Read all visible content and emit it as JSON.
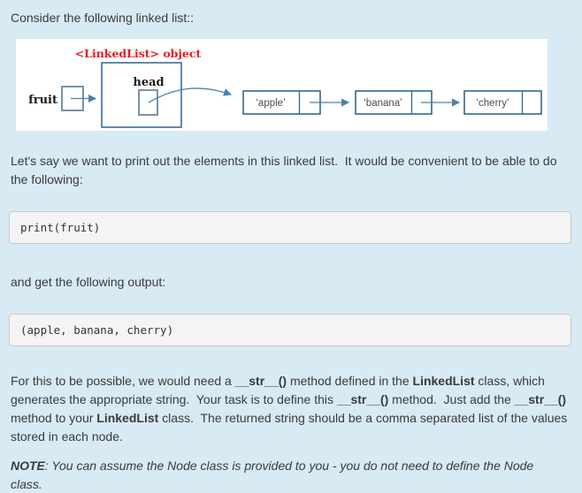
{
  "content": {
    "intro": "Consider the following linked list::",
    "para_print": "Let's say we want to print out the elements in this linked list.  It would be convenient to be able to do the following:",
    "code_print": "print(fruit)",
    "para_output": "and get the following output:",
    "code_output": "(apple, banana, cherry)",
    "task_segments": [
      {
        "text": "For this to be possible, we would need a ",
        "style": "normal"
      },
      {
        "text": "__str__()",
        "style": "bold"
      },
      {
        "text": " method defined in the ",
        "style": "normal"
      },
      {
        "text": "LinkedList",
        "style": "bold"
      },
      {
        "text": " class, which generates the appropriate string.  Your task is to define this ",
        "style": "normal"
      },
      {
        "text": "__str__()",
        "style": "bold"
      },
      {
        "text": " method.  Just add the ",
        "style": "normal"
      },
      {
        "text": "__str__()",
        "style": "bold"
      },
      {
        "text": " method to your ",
        "style": "normal"
      },
      {
        "text": "LinkedList",
        "style": "bold"
      },
      {
        "text": " class.  The returned string should be a comma separated list of the values stored in each node.",
        "style": "normal"
      }
    ],
    "note_segments": [
      {
        "text": "NOTE",
        "style": "bold-italic"
      },
      {
        "text": ": You can assume the Node class is provided to you - you do not need to define the Node class.",
        "style": "italic"
      }
    ]
  },
  "diagram": {
    "object_label": "<LinkedList> object",
    "variable_label": "fruit",
    "head_label": "head",
    "nodes": [
      "‘apple’",
      "‘banana’",
      "‘cherry’"
    ],
    "colors": {
      "page_background": "#d8eaf4",
      "diagram_background": "#ffffff",
      "label_red": "#e8181e",
      "object_box_border": "#2e6491",
      "pointer_box_border": "#7793a7",
      "node_border": "#31688f",
      "arrow": "#4a81ad",
      "code_background": "#f4f4f4",
      "code_border": "#c9c9c9"
    }
  }
}
